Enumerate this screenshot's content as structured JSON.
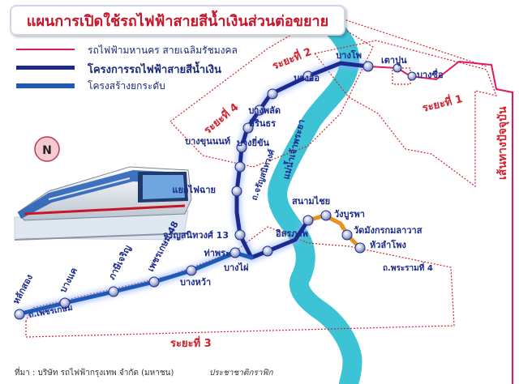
{
  "title": "แผนการเปิดใช้รถไฟฟ้าสายสีน้ำเงินส่วนต่อขยาย",
  "legend": {
    "item1": "รถไฟฟ้ามหานคร สายเฉลิมรัชมงคล",
    "item2": "โครงการรถไฟฟ้าสายสีน้ำเงิน",
    "item3": "โครงสร้างยกระดับ"
  },
  "phases": {
    "phase1": "ระยะที่ 1",
    "phase2": "ระยะที่ 2",
    "phase3": "ระยะที่ 3",
    "phase4": "ระยะที่ 4"
  },
  "stations": {
    "bang_pho": "บางโพ",
    "tao_poon": "เตาปูน",
    "bang_sue": "บางซื่อ",
    "bang_o": "บางอ้อ",
    "bang_phlat": "บางพลัด",
    "sirinthon": "สิรินธร",
    "bang_yi_khan": "บางยี่ขัน",
    "bang_khun_non": "บางขุนนนท์",
    "fai_chai": "แยกไฟฉาย",
    "charan_13": "จรัญสนิทวงศ์ 13",
    "tha_phra": "ท่าพระ",
    "itsaraphap": "อิสรภาพ",
    "sanam_chai": "สนามไชย",
    "wang_burapha": "วังบูรพา",
    "wat_mangkon": "วัดมังกรกมลาวาส",
    "hua_lamphong": "หัวลำโพง",
    "lak_song": "หลักสอง",
    "bang_khae": "บางแค",
    "phasi_charoen": "ภาษีเจริญ",
    "phetkasem_48": "เพชรเกษม 48",
    "bang_wa": "บางหว้า",
    "bang_phai": "บางไผ่"
  },
  "roads": {
    "charan": "ถ.จรัญสนิทวงศ์",
    "rama4": "ถ.พระรามที่ 4",
    "phetkasem": "ถ.เพชรเกษม",
    "current_route": "เส้นทางปัจจุบัน"
  },
  "river": "แม่น้ำเจ้าพระยา",
  "compass": "N",
  "source": "ที่มา : บริษัท รถไฟฟ้ากรุงเทพ จำกัด (มหาชน)",
  "credit": "ประชาชาติกราฟิก",
  "colors": {
    "title": "#c6162c",
    "existing_line": "#e1195a",
    "blue_line": "#1c2a8c",
    "elevated": "#1e5bb5",
    "river": "#3dc3d6",
    "connector": "#e8931f",
    "phase_text": "#d3202c"
  }
}
